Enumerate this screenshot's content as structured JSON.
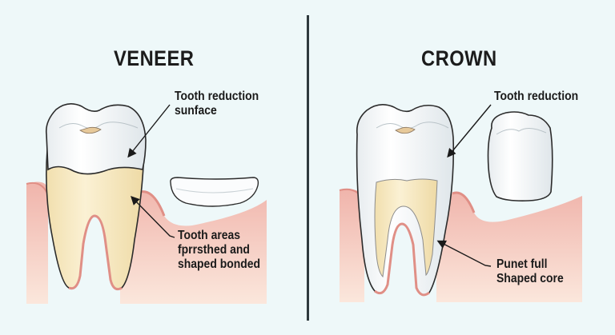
{
  "diagram": {
    "background_color": "#eef8f9",
    "divider_color": "#2f3a3e",
    "colors": {
      "gum": "#f4c9bd",
      "gum_edge": "#e08f86",
      "dentin": "#f6e9c3",
      "enamel": "#f7f9fa",
      "outline": "#2b2b2b"
    },
    "panels": [
      {
        "id": "veneer",
        "title": "VENEER",
        "labels": [
          {
            "id": "tooth-reduction-surface",
            "text": "Tooth reduction\nsunface"
          },
          {
            "id": "tooth-areas",
            "text": "Tooth areas\nfprrsthed and\nshaped bonded"
          }
        ],
        "objects": [
          "prepared-molar",
          "veneer-shell",
          "gum"
        ]
      },
      {
        "id": "crown",
        "title": "CROWN",
        "labels": [
          {
            "id": "tooth-reduction",
            "text": "Tooth reduction"
          },
          {
            "id": "shaped-core",
            "text": "Punet full\nShaped core"
          }
        ],
        "objects": [
          "prepared-molar",
          "crown-cap",
          "gum"
        ]
      }
    ]
  }
}
